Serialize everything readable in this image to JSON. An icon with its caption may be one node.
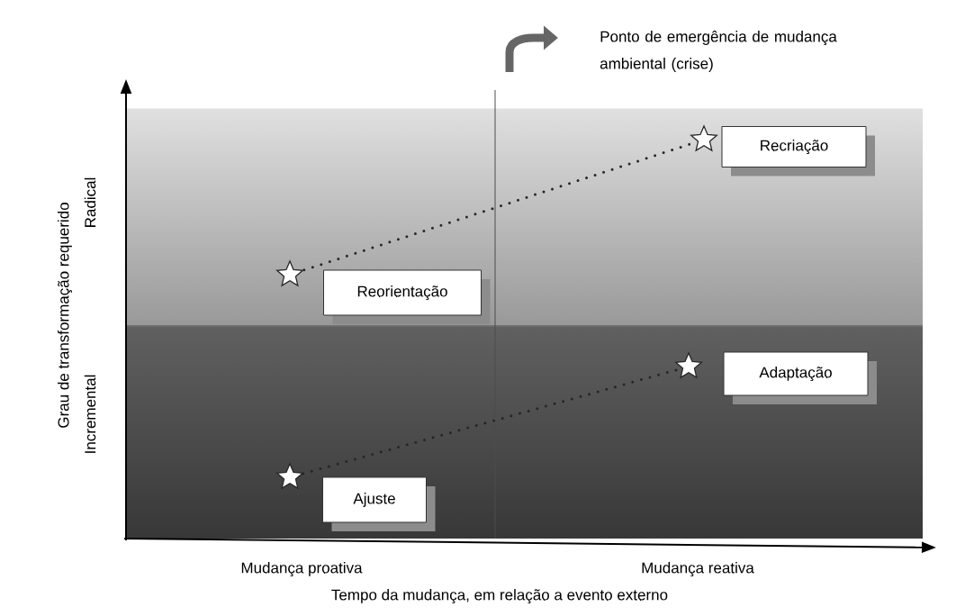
{
  "diagram": {
    "nodes": [
      {
        "text": [],
        "shape": "star"
      },
      {
        "text": [
          "Recriação"
        ]
      },
      {
        "text": [],
        "shape": "star"
      },
      {
        "text": [
          "Reorientação"
        ]
      },
      {
        "text": [],
        "shape": "star"
      },
      {
        "text": [
          "Adaptação"
        ]
      },
      {
        "text": [],
        "shape": "star"
      },
      {
        "text": [
          "Ajuste"
        ]
      }
    ],
    "edges": [
      {
        "from": 2,
        "to": 0,
        "arrow": "none",
        "style": "dashed"
      },
      {
        "from": 6,
        "to": 4,
        "arrow": "none",
        "style": "dashed"
      }
    ],
    "labels": [
      "Ponto de emergência de mudança ambiental (crise)",
      "Grau de transformação requerido",
      "Radical",
      "Incremental",
      "Mudança proativa",
      "Mudança reativa",
      "Tempo da mudança, em relação a evento externo"
    ]
  }
}
